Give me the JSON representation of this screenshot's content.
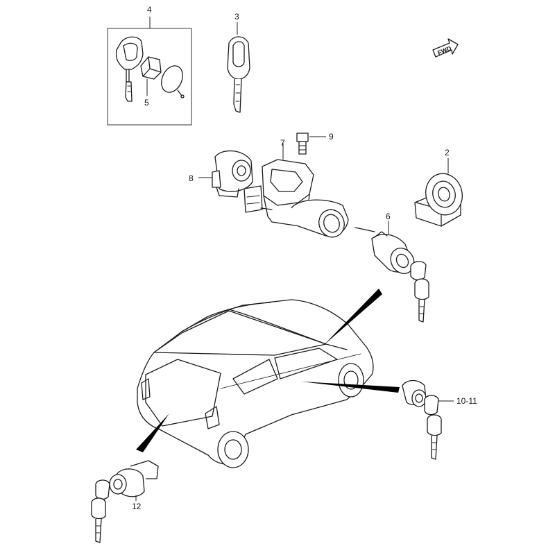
{
  "direction_badge": {
    "label": "FWD"
  },
  "callouts": [
    {
      "id": "part-4",
      "label": "4"
    },
    {
      "id": "part-3",
      "label": "3"
    },
    {
      "id": "part-5",
      "label": "5"
    },
    {
      "id": "part-9",
      "label": "9"
    },
    {
      "id": "part-7",
      "label": "7"
    },
    {
      "id": "part-2",
      "label": "2"
    },
    {
      "id": "part-8",
      "label": "8"
    },
    {
      "id": "part-6",
      "label": "6"
    },
    {
      "id": "part-10-11",
      "label": "10-11"
    },
    {
      "id": "part-12",
      "label": "12"
    }
  ]
}
